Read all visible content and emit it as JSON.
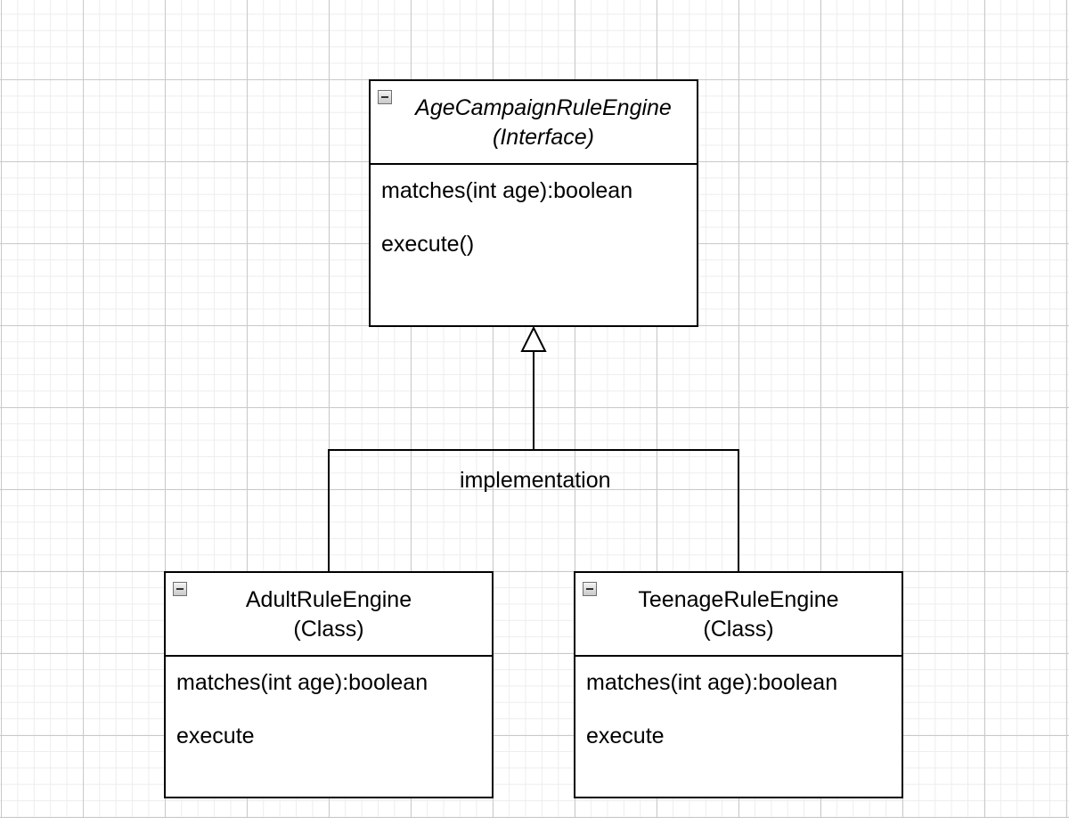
{
  "interface": {
    "name": "AgeCampaignRuleEngine",
    "stereotype": "(Interface)",
    "methods": [
      "matches(int age):boolean",
      "execute()"
    ]
  },
  "classes": [
    {
      "name": "AdultRuleEngine",
      "stereotype": "(Class)",
      "methods": [
        "matches(int age):boolean",
        "execute"
      ]
    },
    {
      "name": "TeenageRuleEngine",
      "stereotype": "(Class)",
      "methods": [
        "matches(int age):boolean",
        "execute"
      ]
    }
  ],
  "relationship": {
    "label": "implementation",
    "type": "realization",
    "from": [
      "AdultRuleEngine",
      "TeenageRuleEngine"
    ],
    "to": "AgeCampaignRuleEngine"
  },
  "icons": {
    "collapse": "minus-square-icon"
  }
}
